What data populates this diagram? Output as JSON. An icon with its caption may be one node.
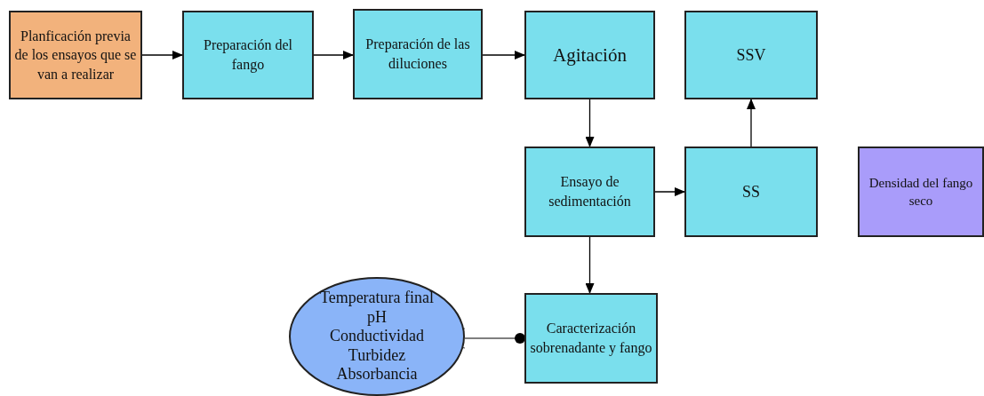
{
  "diagram": {
    "nodes": [
      {
        "text": [
          "Planficación previa de los ensayos que se van a realizar"
        ]
      },
      {
        "text": [
          "Preparación del fango"
        ]
      },
      {
        "text": [
          "Preparación de las diluciones"
        ]
      },
      {
        "text": [
          "Agitación"
        ]
      },
      {
        "text": [
          "SSV"
        ]
      },
      {
        "text": [
          "Ensayo de sedimentación"
        ]
      },
      {
        "text": [
          "SS"
        ]
      },
      {
        "text": [
          "Densidad del fango seco"
        ]
      },
      {
        "text": [
          "Temperatura final",
          "pH",
          "Conductividad",
          "Turbidez",
          "Absorbancia"
        ]
      },
      {
        "text": [
          "Caracterización sobrenadante y fango"
        ]
      }
    ],
    "edges": [
      {
        "from": 0,
        "to": 1,
        "arrow": "to"
      },
      {
        "from": 1,
        "to": 2,
        "arrow": "to"
      },
      {
        "from": 2,
        "to": 3,
        "arrow": "to"
      },
      {
        "from": 3,
        "to": 5,
        "arrow": "to"
      },
      {
        "from": 5,
        "to": 6,
        "arrow": "to"
      },
      {
        "from": 6,
        "to": 4,
        "arrow": "to"
      },
      {
        "from": 5,
        "to": 9,
        "arrow": "to"
      },
      {
        "from": 8,
        "to": 9,
        "arrow": "other"
      }
    ]
  }
}
